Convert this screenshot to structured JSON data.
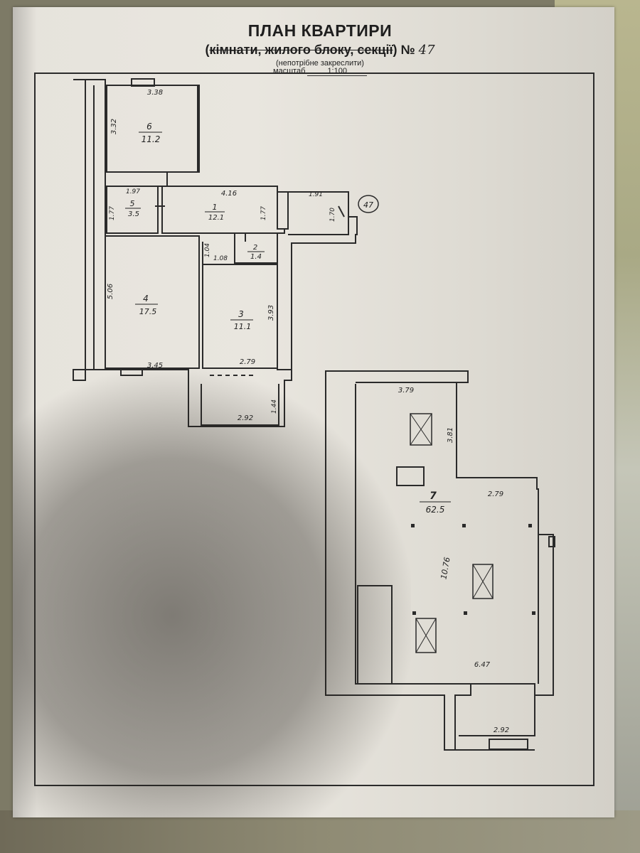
{
  "header": {
    "title": "ПЛАН КВАРТИРИ",
    "subtitle_open": "(",
    "subtitle_struck": "кімнати, жилого блоку, секції",
    "subtitle_close": ")",
    "number_sign": "№",
    "number": "47",
    "note": "(непотрібне закреслити)",
    "scale_label": "масштаб",
    "scale_value": "1:100"
  },
  "plan": {
    "unit_marker": "47",
    "rooms": [
      {
        "id": "1",
        "area": "12.1"
      },
      {
        "id": "2",
        "area": "1.4"
      },
      {
        "id": "3",
        "area": "11.1"
      },
      {
        "id": "4",
        "area": "17.5"
      },
      {
        "id": "5",
        "area": "3.5"
      },
      {
        "id": "6",
        "area": "11.2"
      },
      {
        "id": "7",
        "area": "62.5"
      }
    ],
    "dimensions": {
      "d_338": "3.38",
      "d_332": "3.32",
      "d_197": "1.97",
      "d_177a": "1.77",
      "d_416": "4.16",
      "d_177b": "1.77",
      "d_191": "1.91",
      "d_170": "1.70",
      "d_104": "1.04",
      "d_108": "1.08",
      "d_506": "5.06",
      "d_393": "3.93",
      "d_345": "3.45",
      "d_279a": "2.79",
      "d_292a": "2.92",
      "d_144": "1.44",
      "d_379": "3.79",
      "d_381": "3.81",
      "d_279b": "2.79",
      "d_1076": "10.76",
      "d_647": "6.47",
      "d_292b": "2.92"
    }
  }
}
